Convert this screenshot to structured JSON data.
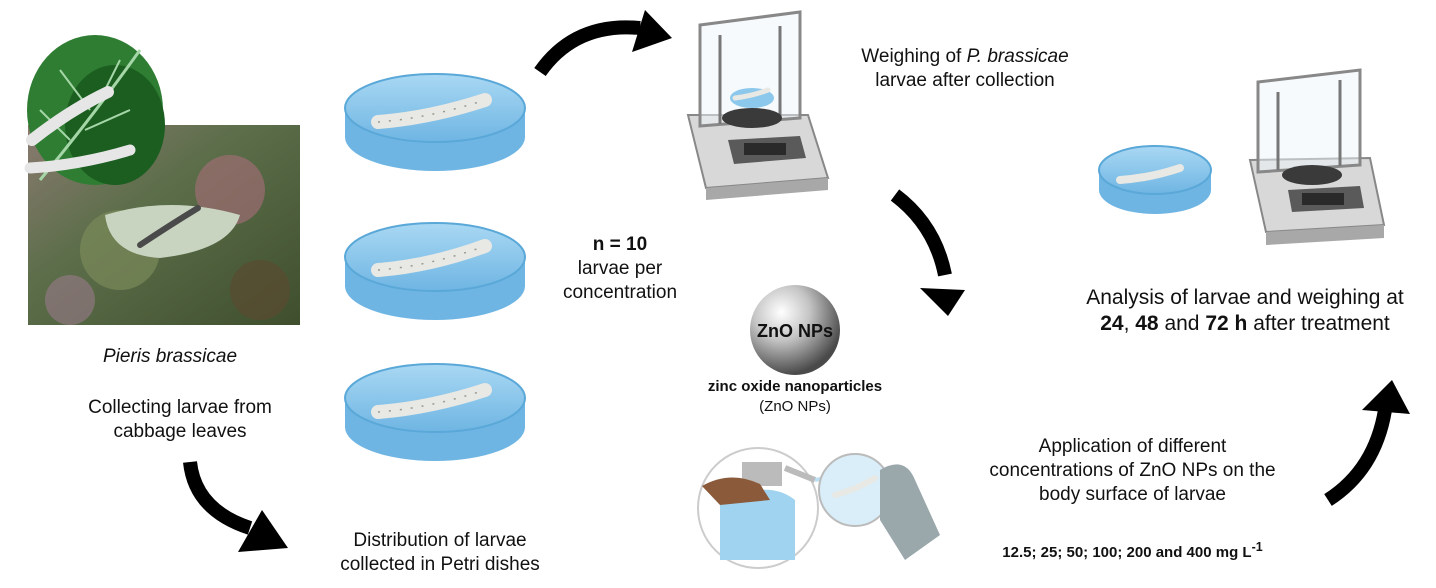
{
  "species": {
    "italic": "Pieris brassicae"
  },
  "collect": {
    "line1": "Collecting larvae from",
    "line2": "cabbage leaves"
  },
  "distribution": {
    "line1": "Distribution of larvae",
    "line2": "collected in Petri dishes"
  },
  "sample": {
    "n": "n = 10",
    "line1": "larvae per",
    "line2": "concentration"
  },
  "weighing": {
    "pre": "Weighing of ",
    "italic": "P. brassicae",
    "line2": "larvae after collection"
  },
  "analysis": {
    "line1": "Analysis of larvae and weighing at",
    "t1": "24",
    "sep1": ", ",
    "t2": "48",
    "sep2": " and ",
    "t3": "72 h",
    "post": " after treatment"
  },
  "nanoparticle": {
    "sphere_label": "ZnO NPs",
    "name": "zinc oxide nanoparticles",
    "abbr": "(ZnO NPs)"
  },
  "application": {
    "line1": "Application of different",
    "line2": "concentrations of ZnO NPs on the",
    "line3": "body surface of larvae"
  },
  "concentrations": {
    "text": "12.5; 25; 50; 100; 200 and 400 mg L",
    "exp": "-1"
  },
  "colors": {
    "petri": "#8cc8ec",
    "petri_rim": "#5aa8d8",
    "leaf": "#2e7d32",
    "scale_body": "#cfcfcf",
    "glove": "#9aa7ab",
    "arrow": "#000000"
  }
}
